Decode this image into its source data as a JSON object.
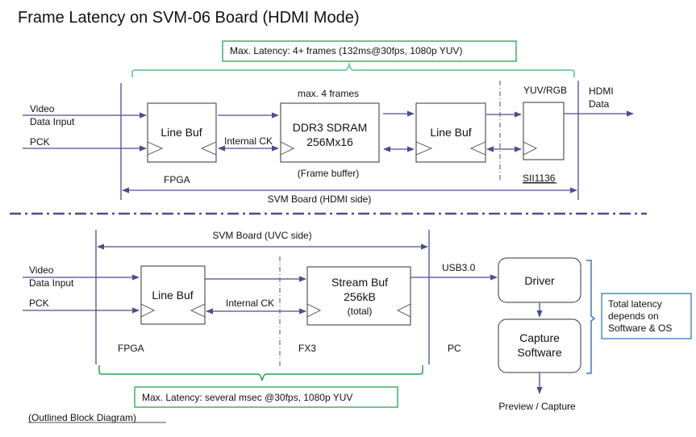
{
  "title": "Frame Latency on SVM-06 Board (HDMI Mode)",
  "hdmi_section": {
    "latency_note": "Max. Latency: 4+ frames (132ms@30fps, 1080p YUV)",
    "input_video_label_line1": "Video",
    "input_video_label_line2": "Data Input",
    "input_pck_label": "PCK",
    "line_buf_1": "Line Buf",
    "internal_ck": "Internal CK",
    "ddr_top_label": "max. 4 frames",
    "ddr_line1": "DDR3 SDRAM",
    "ddr_line2": "256Mx16",
    "ddr_bottom_label": "(Frame buffer)",
    "line_buf_2": "Line Buf",
    "yuv_rgb_label": "YUV/RGB",
    "chip_label": "SII1136",
    "output_label_line1": "HDMI",
    "output_label_line2": "Data",
    "fpga_label": "FPGA",
    "board_span_label": "SVM Board (HDMI side)"
  },
  "uvc_section": {
    "board_span_label": "SVM Board (UVC side)",
    "input_video_label_line1": "Video",
    "input_video_label_line2": "Data Input",
    "input_pck_label": "PCK",
    "line_buf": "Line Buf",
    "internal_ck": "Internal CK",
    "stream_buf_line1": "Stream Buf",
    "stream_buf_line2": "256kB",
    "stream_buf_line3": "(total)",
    "fpga_label": "FPGA",
    "fx3_label": "FX3",
    "usb_label": "USB3.0",
    "pc_label": "PC",
    "driver": "Driver",
    "capture_line1": "Capture",
    "capture_line2": "Software",
    "output_label": "Preview / Capture",
    "total_latency_line1": "Total latency",
    "total_latency_line2": "depends on",
    "total_latency_line3": "Software & OS",
    "latency_note": "Max. Latency: several msec @30fps, 1080p YUV"
  },
  "footer": "(Outlined Block Diagram)"
}
